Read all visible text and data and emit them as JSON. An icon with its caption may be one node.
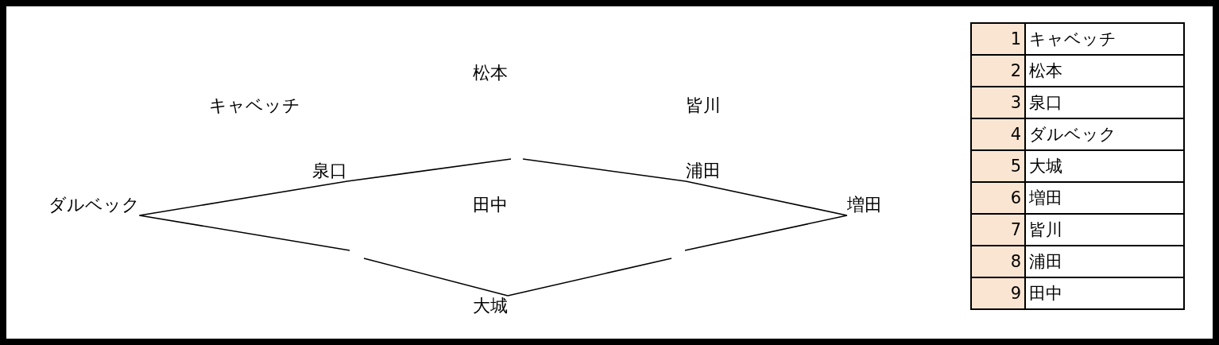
{
  "diagram": {
    "nodes": [
      {
        "text": [
          "キャベッチ"
        ]
      },
      {
        "text": [
          "松本"
        ]
      },
      {
        "text": [
          "皆川"
        ]
      },
      {
        "text": [
          "泉口"
        ]
      },
      {
        "text": [
          "浦田"
        ]
      },
      {
        "text": [
          "ダルベック"
        ]
      },
      {
        "text": [
          "田中"
        ]
      },
      {
        "text": [
          "増田"
        ]
      },
      {
        "text": [
          "大城"
        ]
      }
    ],
    "edges": [
      {
        "from": 5,
        "to": 3,
        "arrow": "none"
      },
      {
        "from": 3,
        "to": null,
        "arrow": "none"
      },
      {
        "from": null,
        "to": 4,
        "arrow": "none"
      },
      {
        "from": 4,
        "to": 7,
        "arrow": "none"
      },
      {
        "from": 5,
        "to": null,
        "arrow": "none"
      },
      {
        "from": null,
        "to": 8,
        "arrow": "none"
      },
      {
        "from": 8,
        "to": null,
        "arrow": "none"
      },
      {
        "from": null,
        "to": 7,
        "arrow": "none"
      }
    ],
    "labels": [
      "1",
      "キャベッチ",
      "2",
      "松本",
      "3",
      "泉口",
      "4",
      "ダルベック",
      "5",
      "大城",
      "6",
      "増田",
      "7",
      "皆川",
      "8",
      "浦田",
      "9",
      "田中"
    ]
  }
}
